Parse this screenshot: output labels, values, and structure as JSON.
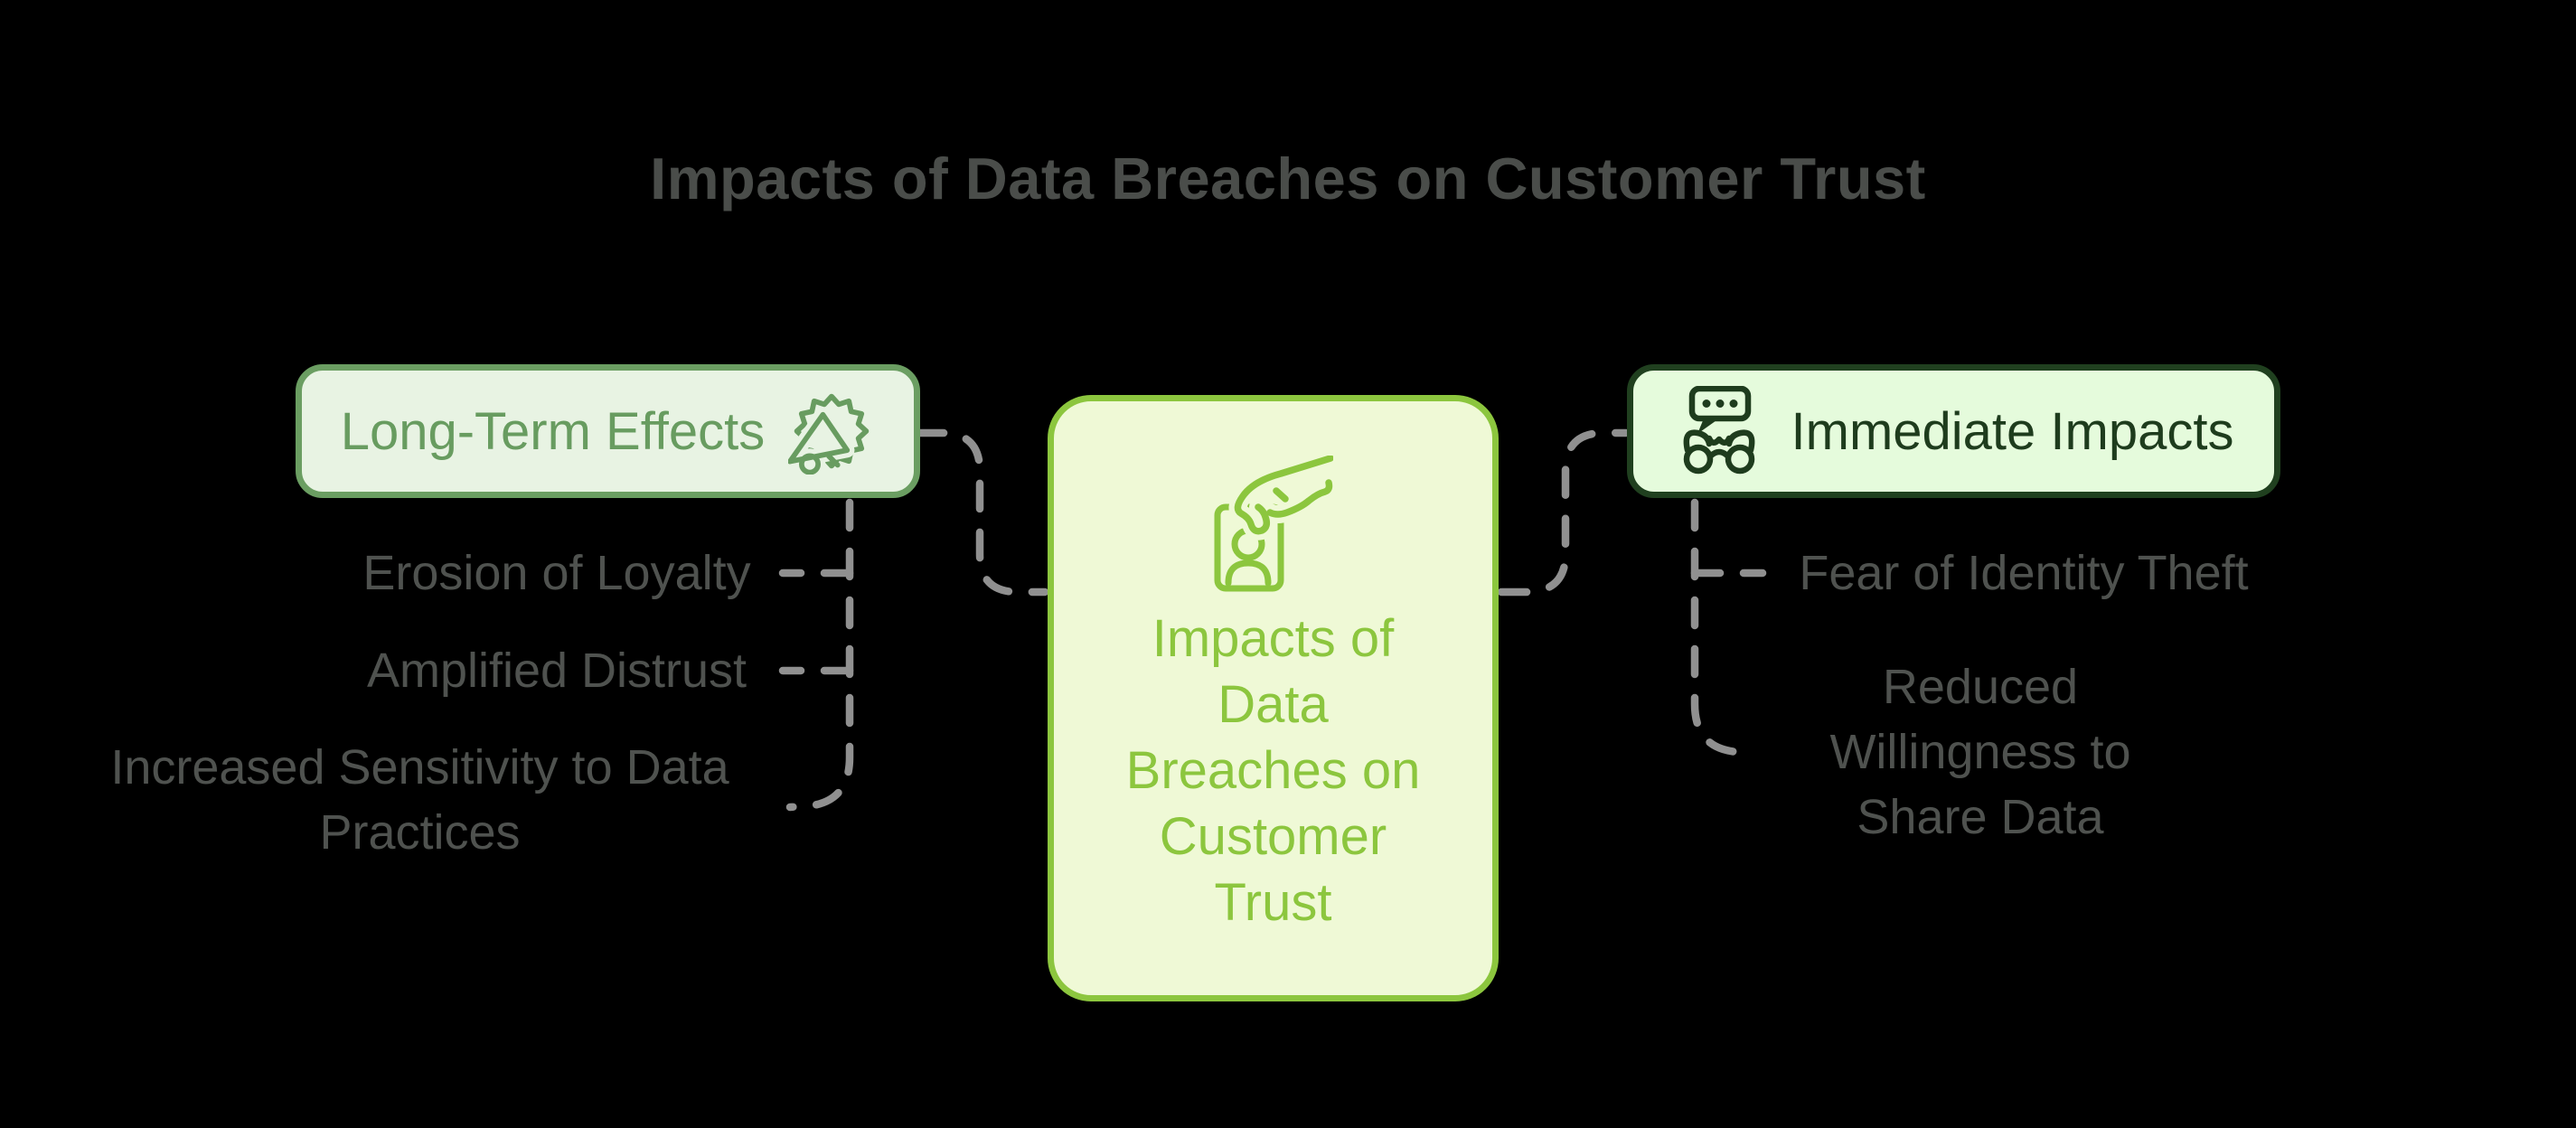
{
  "title": "Impacts of Data Breaches on Customer Trust",
  "center": {
    "icon": "id-card-hand-icon",
    "full_label": "Impacts of Data Breaches on Customer Trust",
    "lines": [
      "Impacts of",
      "Data",
      "Breaches on",
      "Customer",
      "Trust"
    ]
  },
  "branches": [
    {
      "label": "Long-Term Effects",
      "icon": "megaphone-seal-icon",
      "children": [
        {
          "lines": [
            "Erosion of Loyalty"
          ]
        },
        {
          "lines": [
            "Amplified Distrust"
          ]
        },
        {
          "lines": [
            "Increased Sensitivity to Data",
            "Practices"
          ]
        }
      ]
    },
    {
      "label": "Immediate Impacts",
      "icon": "binoculars-chat-icon",
      "children": [
        {
          "lines": [
            "Fear of Identity Theft"
          ]
        },
        {
          "lines": [
            "Reduced",
            "Willingness to",
            "Share Data"
          ]
        }
      ]
    }
  ],
  "colors": {
    "background": "#000000",
    "title_text": "#4a4d4a",
    "child_text": "#4f524f",
    "connector": "#909090",
    "left_node_bg": "#e8f3e3",
    "left_node_border": "#6b9e62",
    "left_node_text": "#689c60",
    "center_node_bg": "#eff9d6",
    "center_node_border": "#8cc63e",
    "center_node_text": "#8cc63e",
    "right_node_bg": "#e5fbdc",
    "right_node_border": "#20401f",
    "right_node_text": "#1e3c1d"
  }
}
